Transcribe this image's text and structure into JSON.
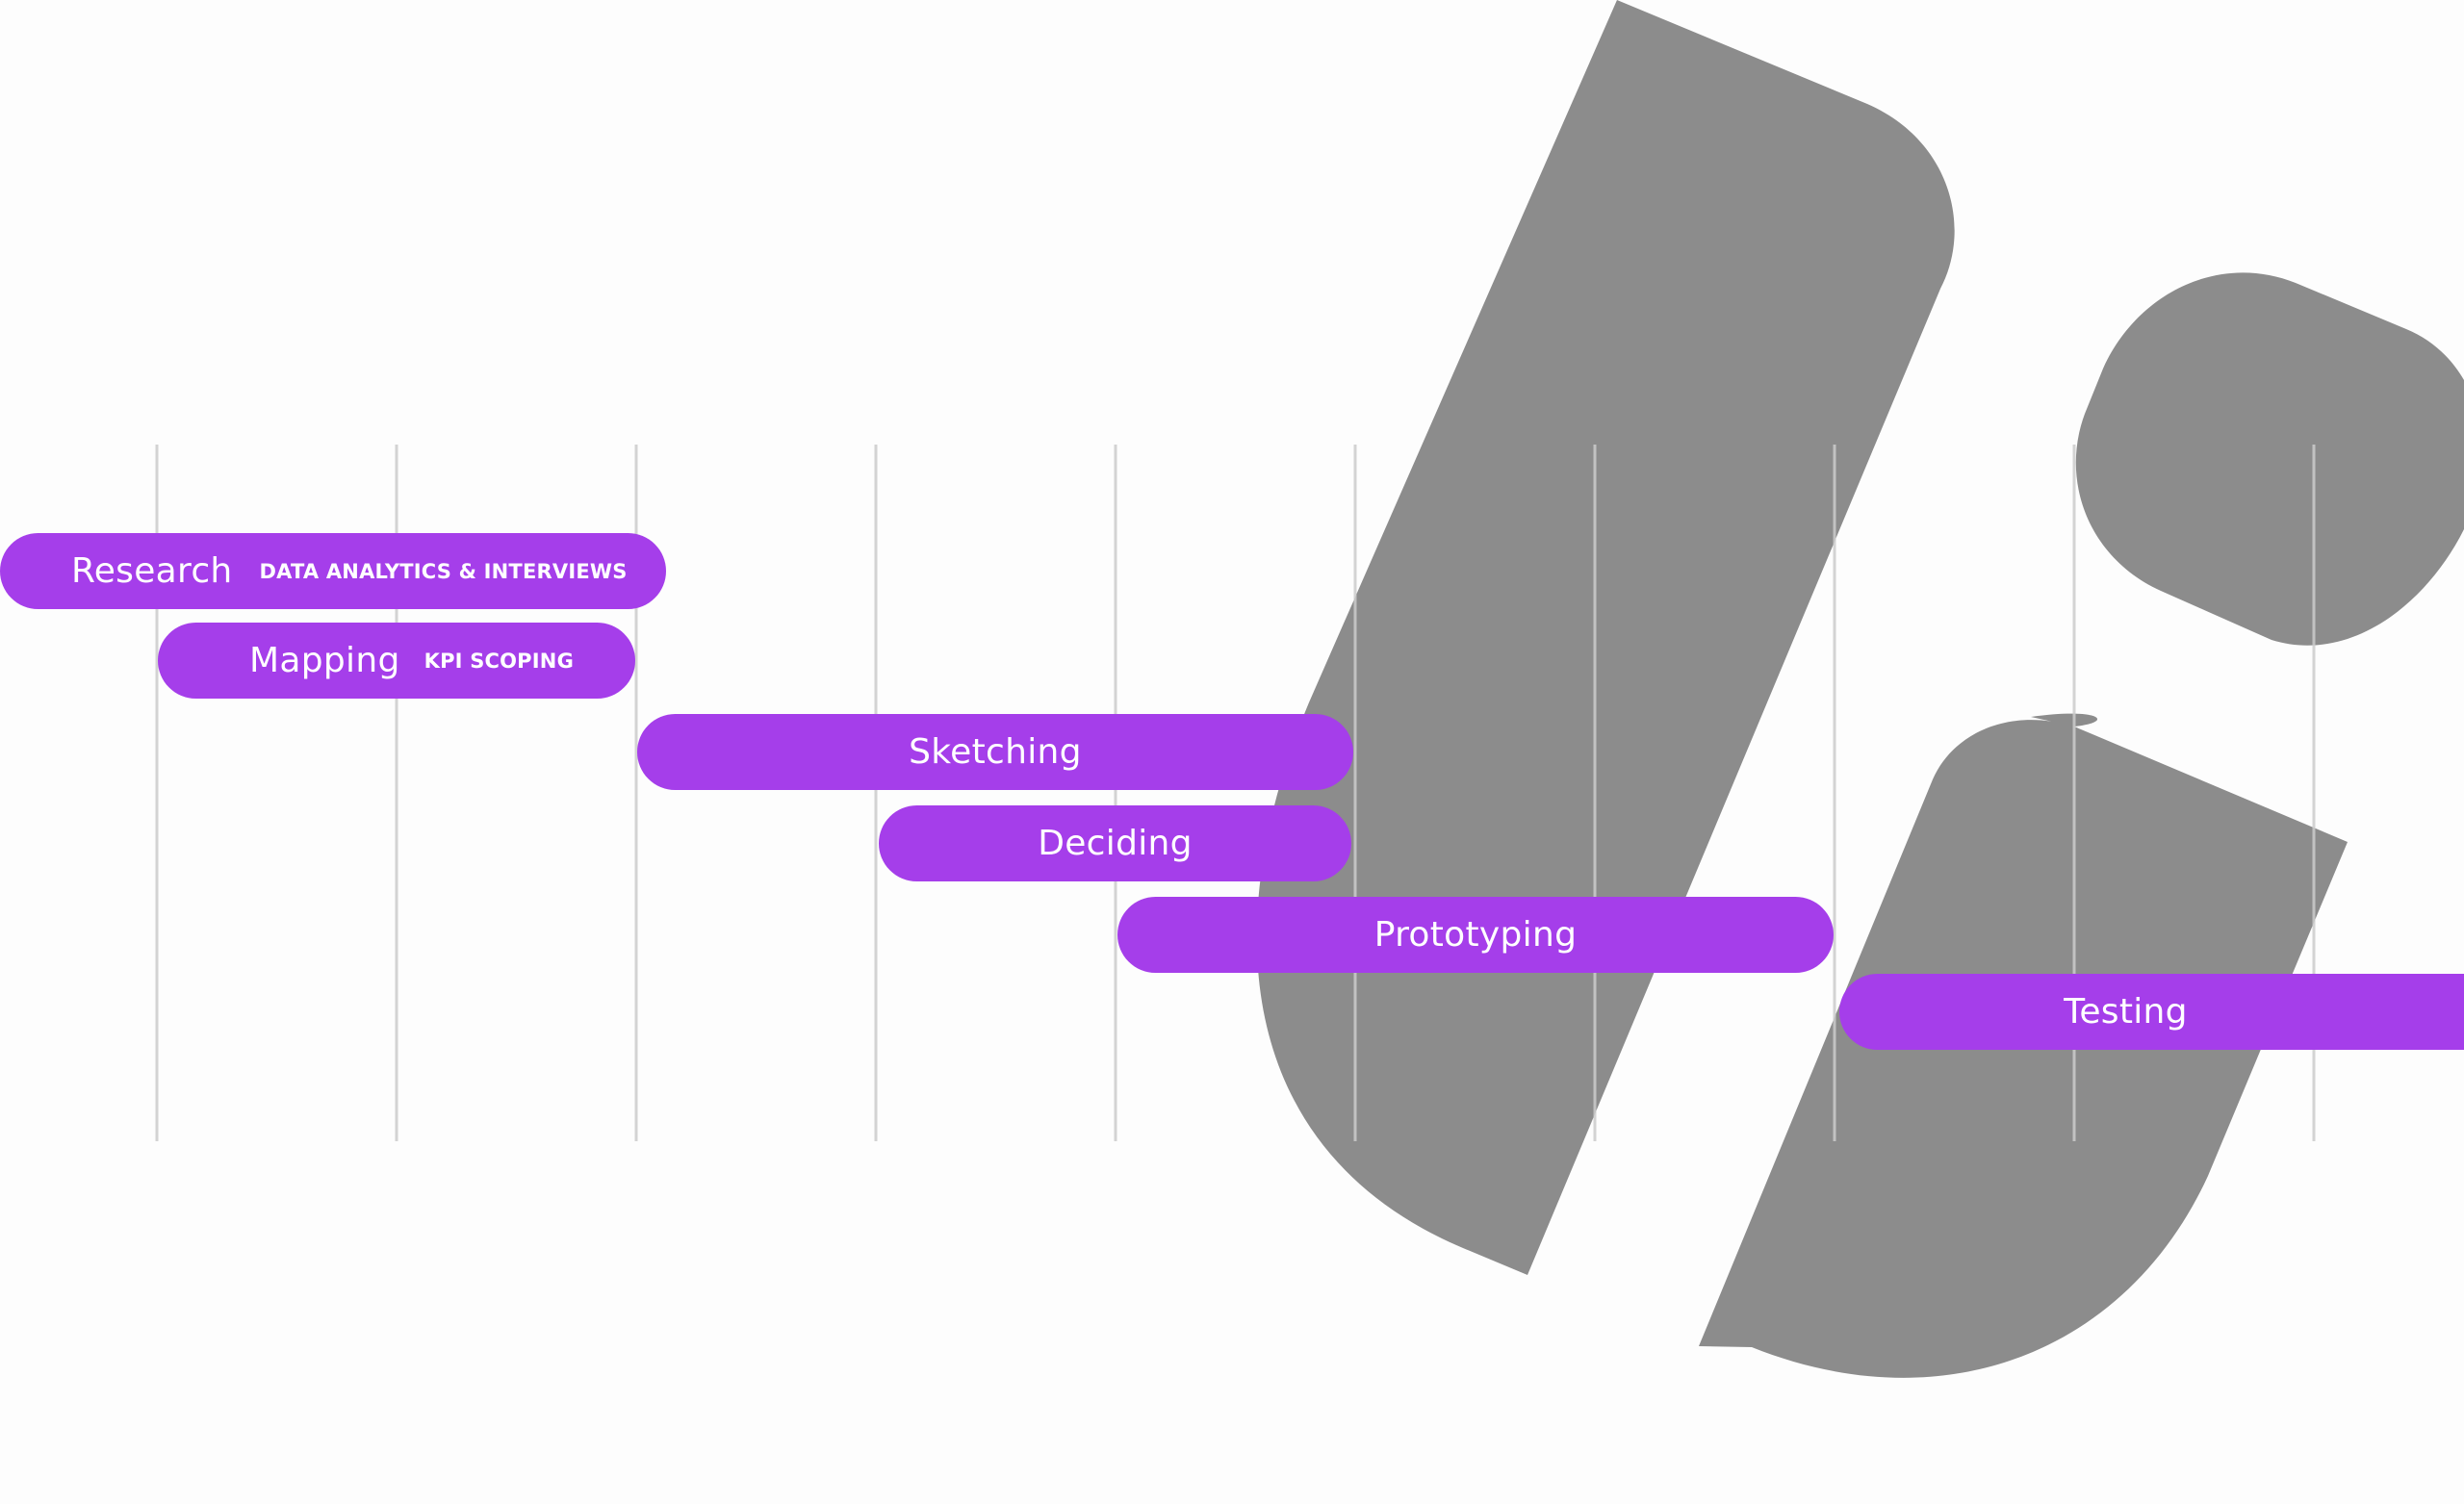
{
  "colors": {
    "background": "#fdfdfd",
    "bar": "#a53eea",
    "shape": "#8c8c8c",
    "gridline": "#cccccc"
  },
  "timeline": {
    "phases": [
      {
        "id": "research",
        "label": "Research",
        "sublabel": "DATA ANALYTICS & INTERVIEWS"
      },
      {
        "id": "mapping",
        "label": "Mapping",
        "sublabel": "KPI SCOPING"
      },
      {
        "id": "sketching",
        "label": "Sketching"
      },
      {
        "id": "deciding",
        "label": "Deciding"
      },
      {
        "id": "prototyping",
        "label": "Prototyping"
      },
      {
        "id": "testing",
        "label": "Testing"
      }
    ]
  }
}
